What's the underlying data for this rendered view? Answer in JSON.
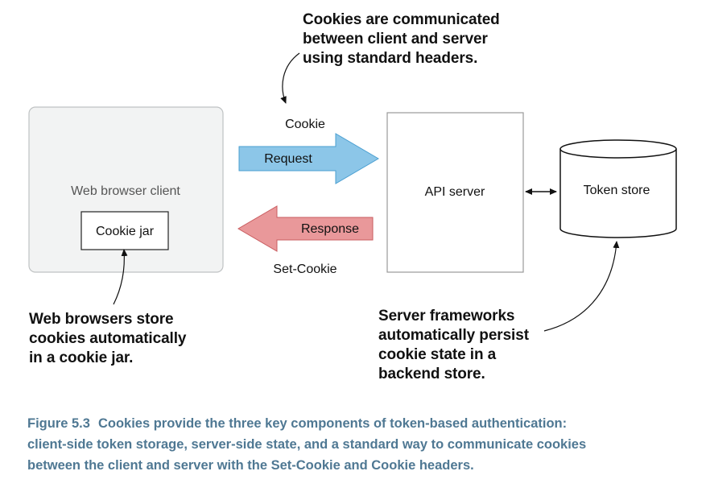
{
  "colors": {
    "client_box_fill": "#f2f3f3",
    "client_box_stroke": "#bfc2c3",
    "request_arrow": "#8cc6e8",
    "response_arrow": "#e9989a",
    "caption": "#4f7893"
  },
  "diagram": {
    "client_label": "Web browser client",
    "cookie_jar_label": "Cookie jar",
    "api_server_label": "API server",
    "token_store_label": "Token store",
    "request_label": "Request",
    "response_label": "Response",
    "cookie_header_label": "Cookie",
    "set_cookie_header_label": "Set-Cookie"
  },
  "annotations": {
    "top": [
      "Cookies are communicated",
      "between client and server",
      "using standard headers."
    ],
    "left": [
      "Web browsers store",
      "cookies automatically",
      "in a cookie jar."
    ],
    "right": [
      "Server frameworks",
      "automatically persist",
      "cookie state in a",
      "backend store."
    ]
  },
  "caption": {
    "figure_label": "Figure 5.3",
    "line1": "Cookies provide the three key components of token-based authentication:",
    "line2": "client-side token storage, server-side state, and a standard way to communicate cookies",
    "line3": "between the client and server with the Set-Cookie and Cookie headers."
  }
}
